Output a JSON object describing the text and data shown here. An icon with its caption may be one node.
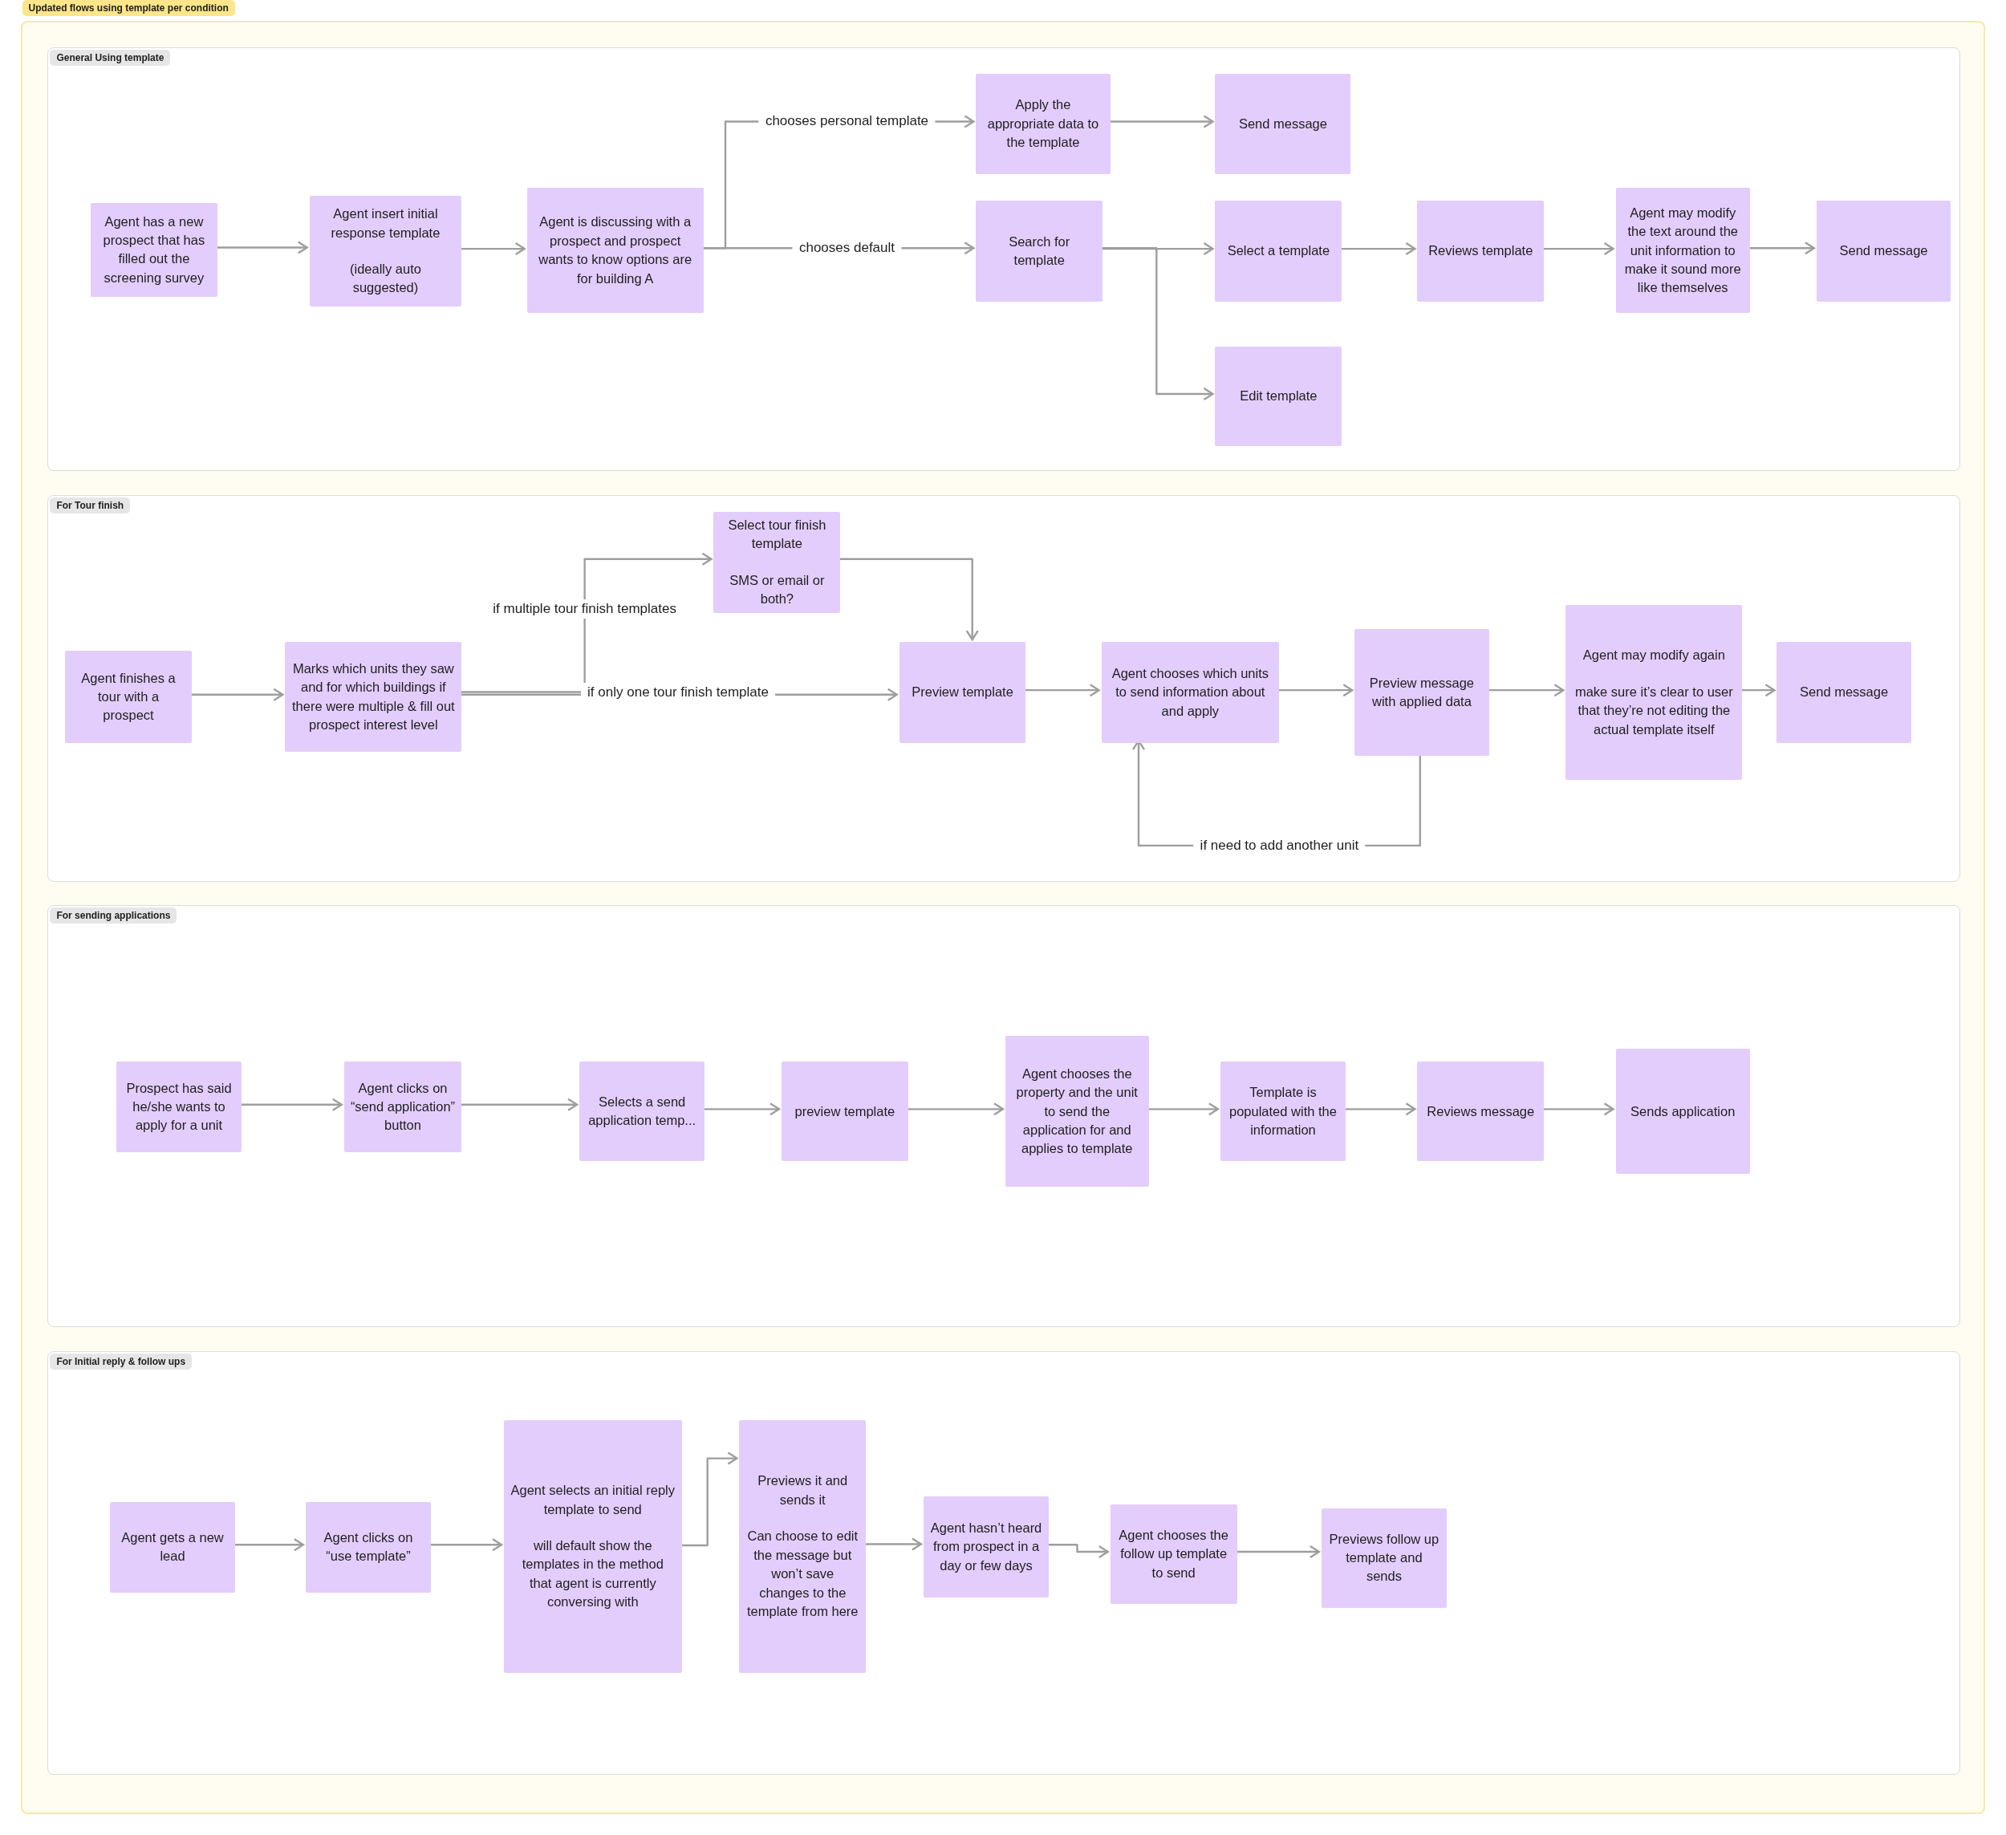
{
  "diagram": {
    "nodes": [
      {
        "text": [
          "Updated flows using template per condition"
        ]
      },
      {
        "text": [
          "General Using template"
        ],
        "in": 0
      },
      {
        "text": [
          "Agent has a new prospect that has filled out the screening survey"
        ],
        "in": 1
      },
      {
        "text": [
          "Agent insert initial response template",
          "(ideally auto suggested)"
        ],
        "in": 1
      },
      {
        "text": [
          "Agent is discussing with a prospect and prospect wants to know options are for building A"
        ],
        "in": 1
      },
      {
        "text": [
          "Apply the appropriate data to the template"
        ],
        "in": 1
      },
      {
        "text": [
          "Send message"
        ],
        "in": 1
      },
      {
        "text": [
          "Search for template"
        ],
        "in": 1
      },
      {
        "text": [
          "Select a template"
        ],
        "in": 1
      },
      {
        "text": [
          "Reviews template"
        ],
        "in": 1
      },
      {
        "text": [
          "Agent may modify the text around the unit information to make it sound more like themselves"
        ],
        "in": 1
      },
      {
        "text": [
          "Send message"
        ],
        "in": 1
      },
      {
        "text": [
          "Edit template"
        ],
        "in": 1
      },
      {
        "text": [
          "For Tour finish"
        ],
        "in": 0
      },
      {
        "text": [
          "Agent finishes a tour with a prospect"
        ],
        "in": 13
      },
      {
        "text": [
          "Marks which units they saw and for which buildings if there were multiple & fill out prospect interest level"
        ],
        "in": 13
      },
      {
        "text": [
          "Select tour finish template",
          "SMS or email or both?"
        ],
        "in": 13
      },
      {
        "text": [
          "Preview template"
        ],
        "in": 13
      },
      {
        "text": [
          "Agent chooses which units to send information about and apply"
        ],
        "in": 13
      },
      {
        "text": [
          "Preview message with applied data"
        ],
        "in": 13
      },
      {
        "text": [
          "Agent may modify again",
          "make  sure it’s clear to user that they’re not editing the actual template itself"
        ],
        "in": 13
      },
      {
        "text": [
          "Send message"
        ],
        "in": 13
      },
      {
        "text": [
          "For sending applications"
        ],
        "in": 0
      },
      {
        "text": [
          "Prospect has said he/she wants to apply for a unit"
        ],
        "in": 22
      },
      {
        "text": [
          "Agent clicks on “send application” button"
        ],
        "in": 22
      },
      {
        "text": [
          "Selects a send application temp..."
        ],
        "in": 22
      },
      {
        "text": [
          "preview template"
        ],
        "in": 22
      },
      {
        "text": [
          "Agent chooses the property and the unit to send the application for and applies to template"
        ],
        "in": 22
      },
      {
        "text": [
          "Template is populated with the information"
        ],
        "in": 22
      },
      {
        "text": [
          "Reviews message"
        ],
        "in": 22
      },
      {
        "text": [
          "Sends application"
        ],
        "in": 22
      },
      {
        "text": [
          "For Initial reply & follow ups"
        ],
        "in": 0
      },
      {
        "text": [
          "Agent gets a new lead"
        ],
        "in": 31
      },
      {
        "text": [
          "Agent clicks on “use template”"
        ],
        "in": 31
      },
      {
        "text": [
          "Agent selects an initial reply template to send",
          "will default show the templates in the method that agent is currently conversing with"
        ],
        "in": 31
      },
      {
        "text": [
          "Previews it and sends it",
          "Can choose to edit the message but won’t save changes to the template from here"
        ],
        "in": 31
      },
      {
        "text": [
          "Agent hasn’t heard from prospect in a day or few days"
        ],
        "in": 31
      },
      {
        "text": [
          "Agent chooses the follow up template to send"
        ],
        "in": 31
      },
      {
        "text": [
          "Previews follow up template and sends"
        ],
        "in": 31
      }
    ],
    "edges": [
      {
        "from": 2,
        "to": 3,
        "arrow": "to"
      },
      {
        "from": 3,
        "to": 4,
        "arrow": "to"
      },
      {
        "from": 4,
        "to": 5,
        "arrow": "to",
        "label": "chooses personal template"
      },
      {
        "from": 5,
        "to": 6,
        "arrow": "to"
      },
      {
        "from": 4,
        "to": 7,
        "arrow": "to",
        "label": "chooses default"
      },
      {
        "from": 7,
        "to": 8,
        "arrow": "to"
      },
      {
        "from": 7,
        "to": 12,
        "arrow": "to"
      },
      {
        "from": 8,
        "to": 9,
        "arrow": "to"
      },
      {
        "from": 9,
        "to": 10,
        "arrow": "to"
      },
      {
        "from": 10,
        "to": 11,
        "arrow": "to"
      },
      {
        "from": 14,
        "to": 15,
        "arrow": "to"
      },
      {
        "from": 15,
        "to": 16,
        "arrow": "to",
        "label": "if multiple tour finish templates"
      },
      {
        "from": 15,
        "to": 17,
        "arrow": "to",
        "label": "if only one tour finish template"
      },
      {
        "from": 16,
        "to": 17,
        "arrow": "to"
      },
      {
        "from": 17,
        "to": 18,
        "arrow": "to"
      },
      {
        "from": 18,
        "to": 19,
        "arrow": "to"
      },
      {
        "from": 19,
        "to": 18,
        "arrow": "to",
        "label": "if need to add another unit"
      },
      {
        "from": 19,
        "to": 20,
        "arrow": "to"
      },
      {
        "from": 20,
        "to": 21,
        "arrow": "to"
      },
      {
        "from": 23,
        "to": 24,
        "arrow": "to"
      },
      {
        "from": 24,
        "to": 25,
        "arrow": "to"
      },
      {
        "from": 25,
        "to": 26,
        "arrow": "to"
      },
      {
        "from": 26,
        "to": 27,
        "arrow": "to"
      },
      {
        "from": 27,
        "to": 28,
        "arrow": "to"
      },
      {
        "from": 28,
        "to": 29,
        "arrow": "to"
      },
      {
        "from": 29,
        "to": 30,
        "arrow": "to"
      },
      {
        "from": 32,
        "to": 33,
        "arrow": "to"
      },
      {
        "from": 33,
        "to": 34,
        "arrow": "to"
      },
      {
        "from": 34,
        "to": 35,
        "arrow": "to"
      },
      {
        "from": 35,
        "to": 36,
        "arrow": "to"
      },
      {
        "from": 36,
        "to": 37,
        "arrow": "to"
      },
      {
        "from": 37,
        "to": 38,
        "arrow": "to"
      }
    ]
  }
}
